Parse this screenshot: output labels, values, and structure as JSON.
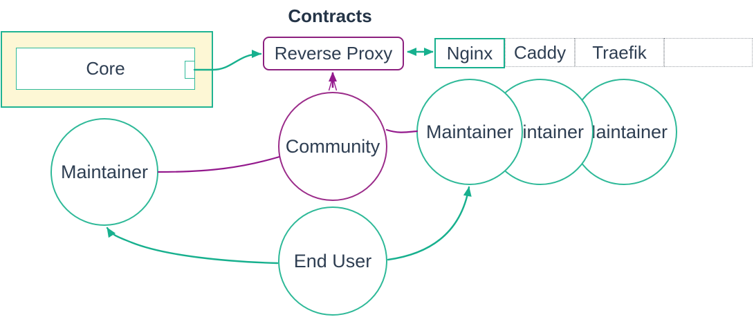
{
  "title": "Contracts",
  "colors": {
    "teal_edge": "#17b08e",
    "teal_circle_border": "#2eb998",
    "purple_edge": "#93188c",
    "purple_box_border": "#8c1f7e",
    "purple_circle_border": "#9b2c8a",
    "group_fill": "#fdf7d5",
    "dotted_border": "#9b9fa5",
    "text": "#2e3e52",
    "background": "#ffffff"
  },
  "nodes": {
    "core": {
      "label": "Core"
    },
    "reverse_proxy": {
      "label": "Reverse Proxy"
    },
    "community": {
      "label": "Community"
    },
    "end_user": {
      "label": "End User"
    },
    "maintainer_left": {
      "label": "Maintainer"
    },
    "maintainers_right": [
      {
        "label": "Maintainer"
      },
      {
        "label": "Maintainer"
      },
      {
        "label": "Maintainer"
      }
    ]
  },
  "proxy_options": {
    "cells": [
      "Nginx",
      "Caddy",
      "Traefik",
      ""
    ]
  },
  "edges": [
    {
      "from": "Core",
      "to": "Reverse Proxy",
      "type": "arrow",
      "color": "teal"
    },
    {
      "from": "Reverse Proxy",
      "to": "Nginx",
      "type": "double-arrow",
      "color": "teal"
    },
    {
      "from": "Community",
      "to": "Reverse Proxy",
      "type": "arrow",
      "color": "purple"
    },
    {
      "from": "Maintainer (left)",
      "to": "Community",
      "type": "line",
      "color": "purple"
    },
    {
      "from": "Community",
      "to": "Maintainer (right)",
      "type": "line",
      "color": "purple"
    },
    {
      "from": "End User",
      "to": "Maintainer (left)",
      "type": "arrow",
      "color": "teal"
    },
    {
      "from": "End User",
      "to": "Maintainer (right)",
      "type": "arrow",
      "color": "teal"
    }
  ]
}
